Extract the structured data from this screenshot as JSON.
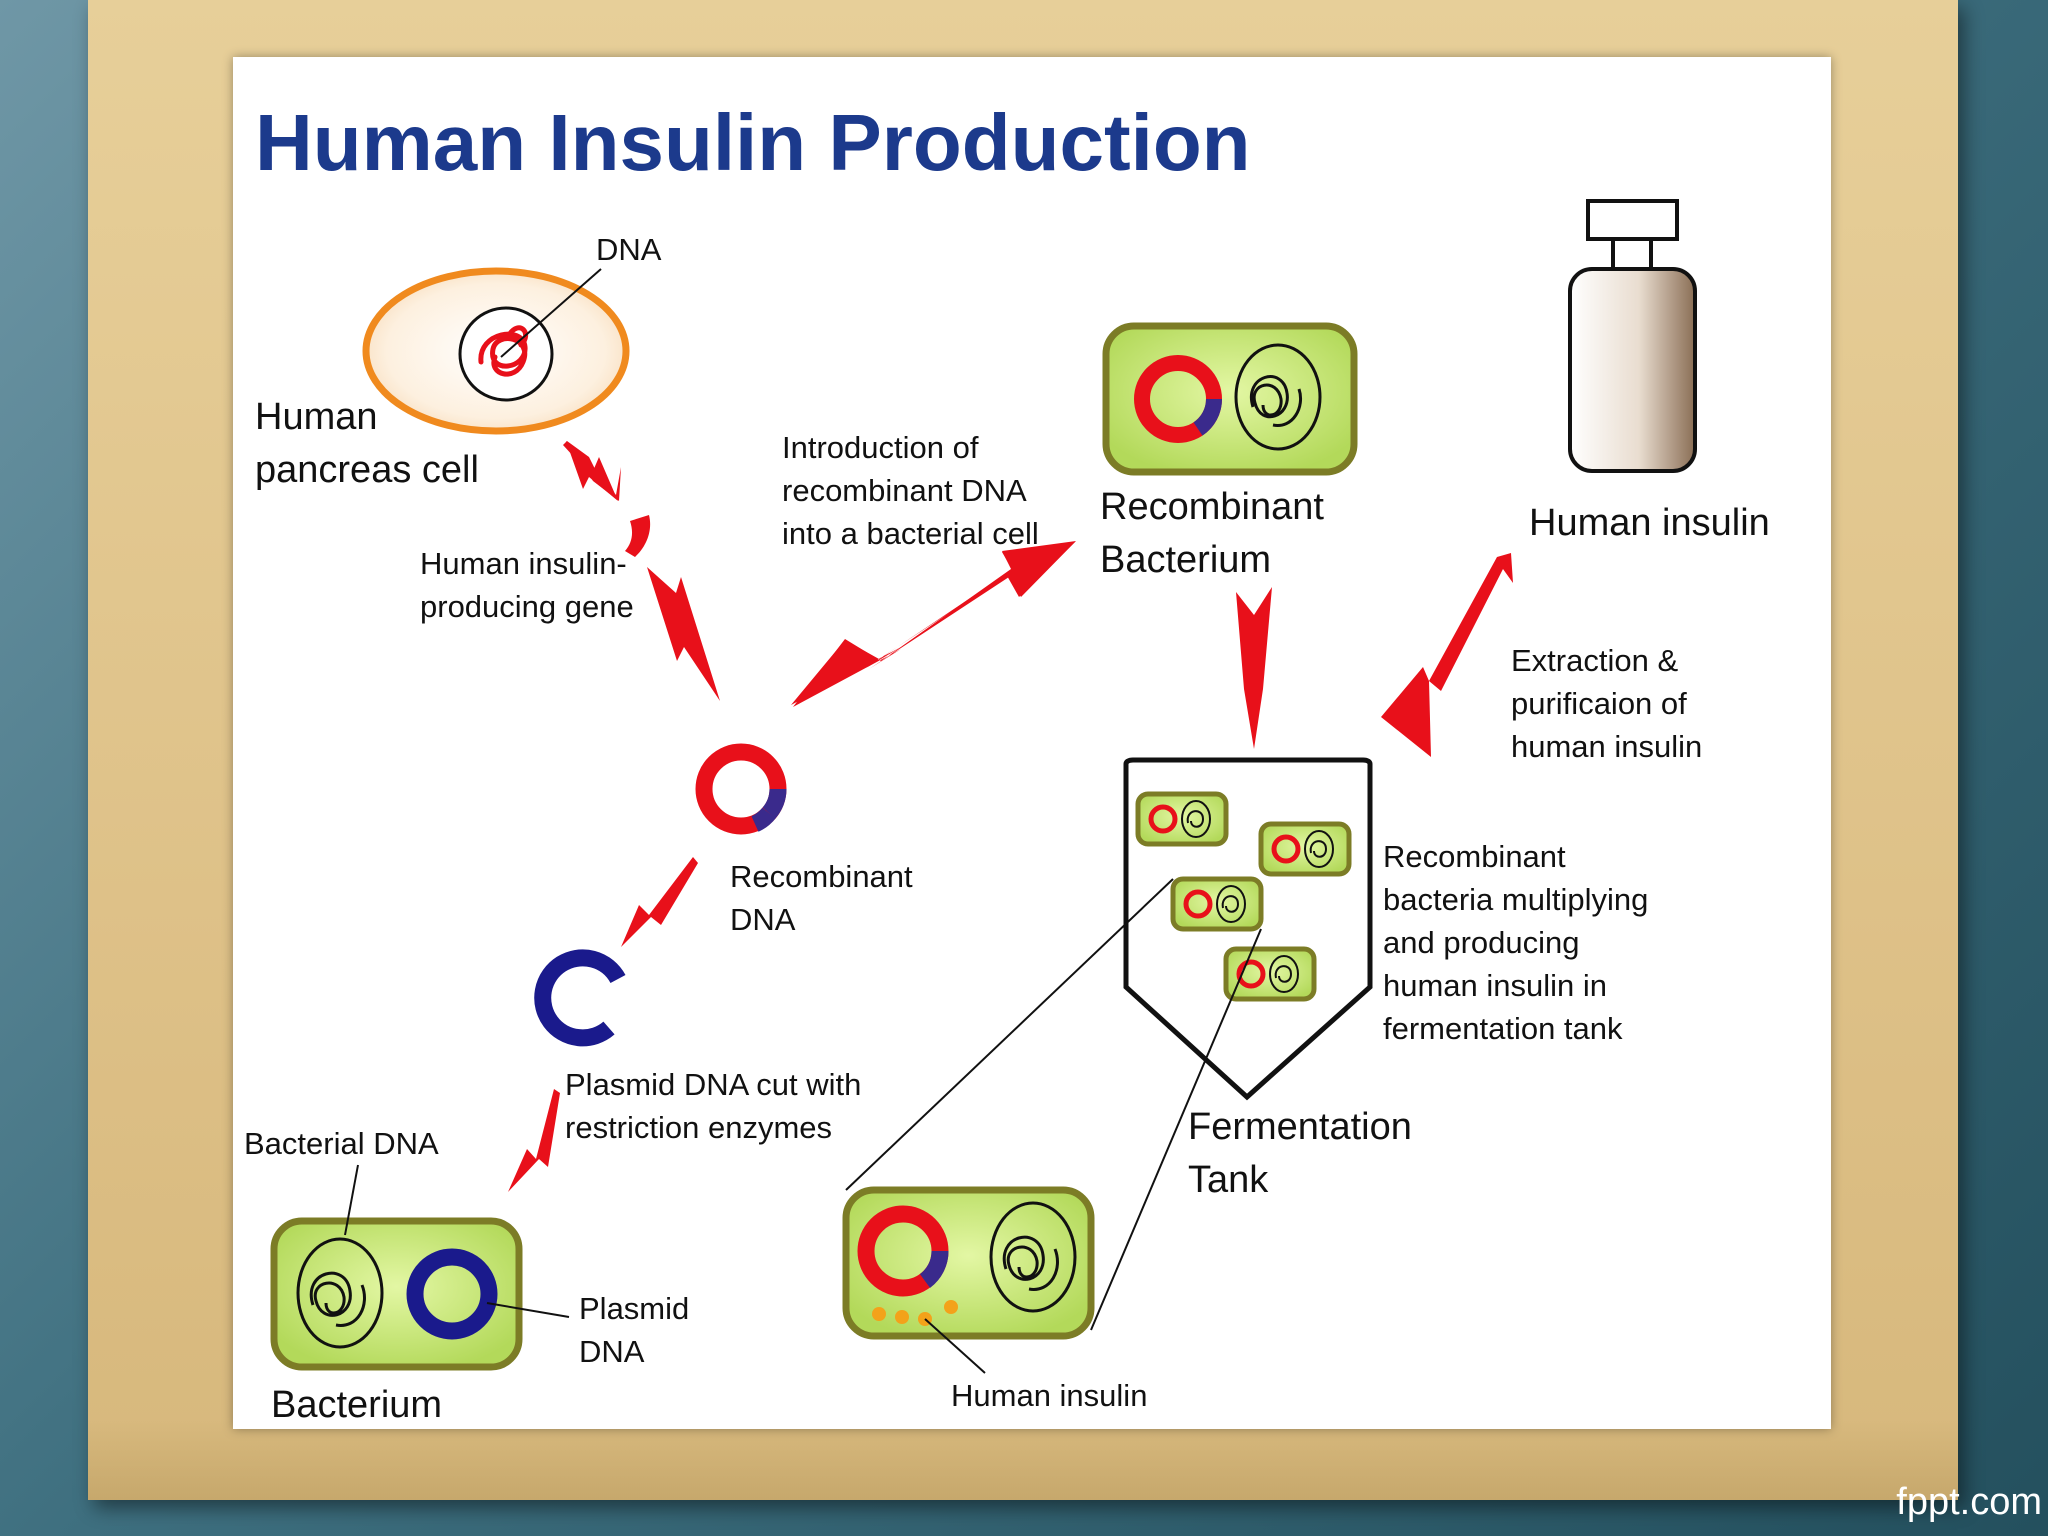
{
  "title": "Human Insulin Production",
  "labels": {
    "dna": "DNA",
    "human_line1": "Human",
    "human_line2": "pancreas cell",
    "gene_line1": "Human insulin-",
    "gene_line2": "producing gene",
    "intro_line1": "Introduction of",
    "intro_line2": "recombinant DNA",
    "intro_line3": "into a bacterial cell",
    "recomb_bact_line1": "Recombinant",
    "recomb_bact_line2": "Bacterium",
    "human_insulin_top": "Human insulin",
    "extract_line1": "Extraction &",
    "extract_line2": "purificaion of",
    "extract_line3": "human insulin",
    "recomb_dna_line1": "Recombinant",
    "recomb_dna_line2": "DNA",
    "multiply_line1": "Recombinant",
    "multiply_line2": "bacteria multiplying",
    "multiply_line3": "and producing",
    "multiply_line4": "human insulin in",
    "multiply_line5": "fermentation tank",
    "plasmid_cut_line1": "Plasmid DNA cut with",
    "plasmid_cut_line2": "restriction enzymes",
    "ferm_line1": "Fermentation",
    "ferm_line2": "Tank",
    "bacterial_dna": "Bacterial DNA",
    "plasmid_line1": "Plasmid",
    "plasmid_line2": "DNA",
    "bacterium": "Bacterium",
    "human_insulin_bottom": "Human insulin"
  },
  "colors": {
    "title": "#1c3a8c",
    "arrow": "#e8101a",
    "plasmid_blue": "#1a1a8c",
    "cell_fill": "#c9ea7a",
    "cell_border": "#7c7c26",
    "pancreas_border": "#f08a1e",
    "insulin_dot": "#f3a21a"
  },
  "footer": "fppt.com"
}
